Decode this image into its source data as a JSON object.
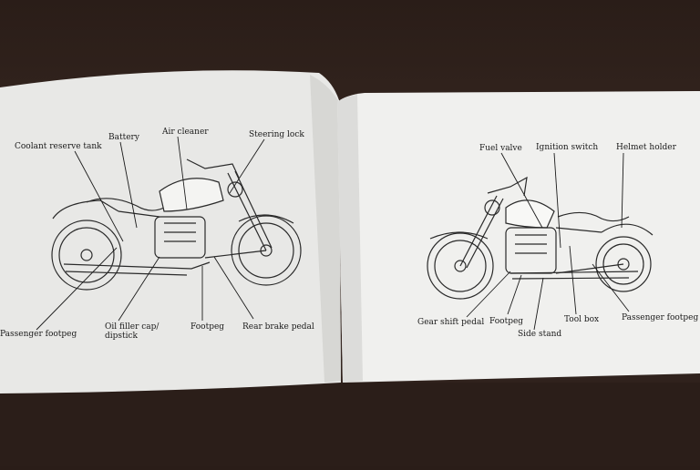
{
  "left_page": {
    "labels": {
      "coolant_reserve_tank": "Coolant reserve tank",
      "battery": "Battery",
      "air_cleaner": "Air cleaner",
      "steering_lock": "Steering lock",
      "passenger_footpeg": "Passenger footpeg",
      "oil_filler_cap": "Oil filler cap/\ndipstick",
      "footpeg": "Footpeg",
      "rear_brake_pedal": "Rear brake pedal"
    }
  },
  "right_page": {
    "labels": {
      "fuel_valve": "Fuel valve",
      "ignition_switch": "Ignition switch",
      "helmet_holder": "Helmet holder",
      "gear_shift_pedal": "Gear shift pedal",
      "footpeg": "Footpeg",
      "side_stand": "Side stand",
      "tool_box": "Tool box",
      "passenger_footpeg": "Passenger footpeg"
    }
  },
  "colors": {
    "table": "#2f221c",
    "paper_left": "#e9e9e7",
    "paper_right": "#f1f1ef",
    "ink": "#1b1b1b"
  }
}
